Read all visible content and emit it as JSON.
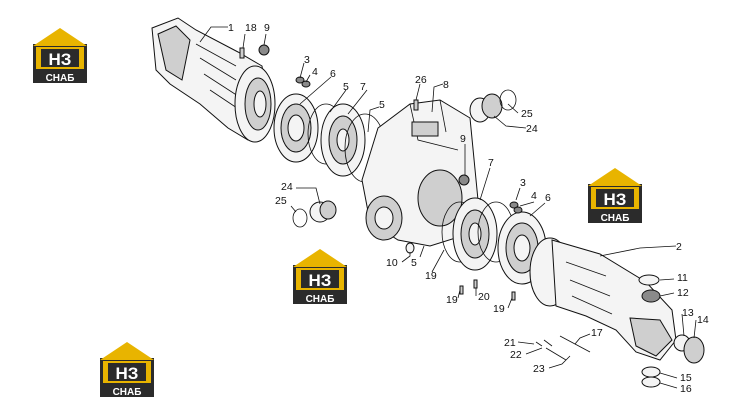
{
  "watermark": {
    "brand_top": "НЗ",
    "brand_bottom": "СНАБ",
    "colors": {
      "frame": "#e8b400",
      "dark": "#2b2b2b",
      "text": "#ffffff"
    }
  },
  "callouts": [
    {
      "id": "c1",
      "text": "1"
    },
    {
      "id": "c18",
      "text": "18"
    },
    {
      "id": "c9a",
      "text": "9"
    },
    {
      "id": "c3a",
      "text": "3"
    },
    {
      "id": "c4a",
      "text": "4"
    },
    {
      "id": "c6a",
      "text": "6"
    },
    {
      "id": "c5a",
      "text": "5"
    },
    {
      "id": "c7a",
      "text": "7"
    },
    {
      "id": "c5b",
      "text": "5"
    },
    {
      "id": "c26",
      "text": "26"
    },
    {
      "id": "c8",
      "text": "8"
    },
    {
      "id": "c25a",
      "text": "25"
    },
    {
      "id": "c24a",
      "text": "24"
    },
    {
      "id": "c9b",
      "text": "9"
    },
    {
      "id": "c7b",
      "text": "7"
    },
    {
      "id": "c3b",
      "text": "3"
    },
    {
      "id": "c4b",
      "text": "4"
    },
    {
      "id": "c6b",
      "text": "6"
    },
    {
      "id": "c24b",
      "text": "24"
    },
    {
      "id": "c25b",
      "text": "25"
    },
    {
      "id": "c2",
      "text": "2"
    },
    {
      "id": "c10",
      "text": "10"
    },
    {
      "id": "c5c",
      "text": "5"
    },
    {
      "id": "c19a",
      "text": "19"
    },
    {
      "id": "c19b",
      "text": "19"
    },
    {
      "id": "c20",
      "text": "20"
    },
    {
      "id": "c19c",
      "text": "19"
    },
    {
      "id": "c11",
      "text": "11"
    },
    {
      "id": "c12",
      "text": "12"
    },
    {
      "id": "c13",
      "text": "13"
    },
    {
      "id": "c14",
      "text": "14"
    },
    {
      "id": "c17",
      "text": "17"
    },
    {
      "id": "c21",
      "text": "21"
    },
    {
      "id": "c22",
      "text": "22"
    },
    {
      "id": "c23",
      "text": "23"
    },
    {
      "id": "c15",
      "text": "15"
    },
    {
      "id": "c16",
      "text": "16"
    }
  ]
}
